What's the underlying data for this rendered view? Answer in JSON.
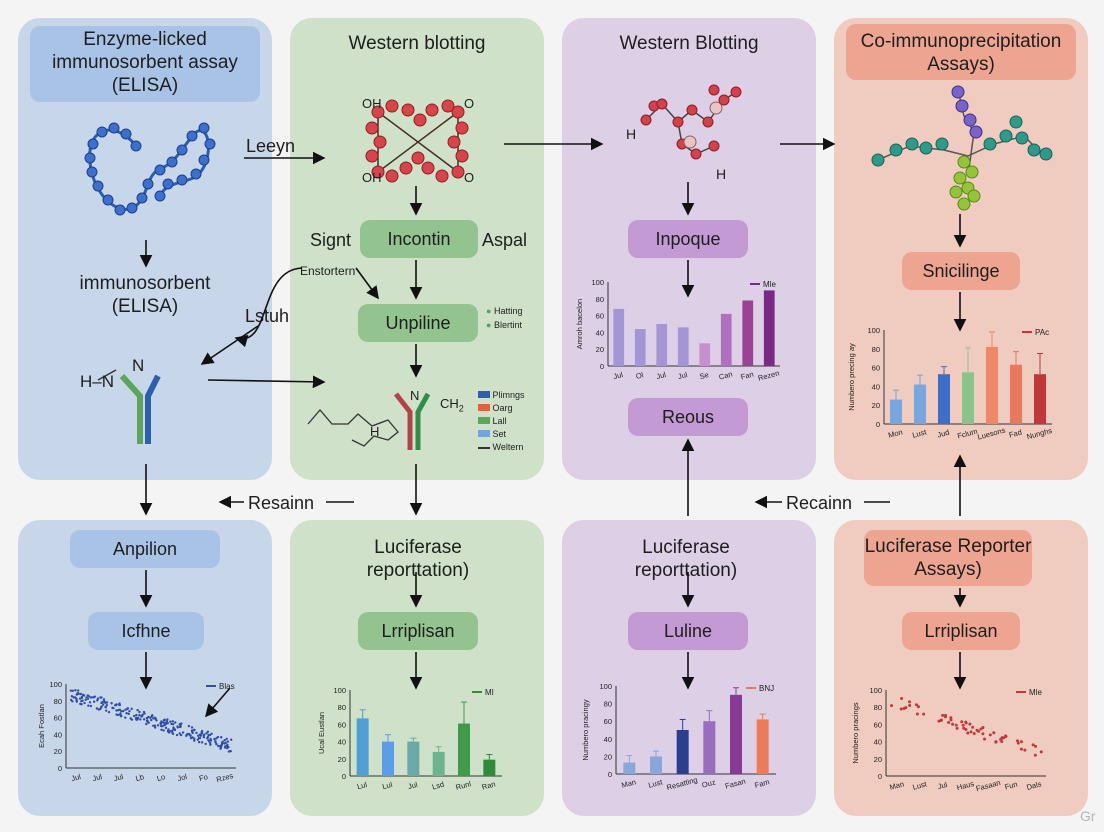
{
  "panels": {
    "elisa": {
      "title": "Enzyme-licked immunosorbent assay (ELISA)",
      "sub_label": "immunosorbent (ELISA)",
      "side_label": "Lstuh",
      "molecule_label": "H–N",
      "molecule_n": "N"
    },
    "western1": {
      "title": "Western blotting",
      "oh_top": "OH",
      "oh_bottom": "OH",
      "o_right_top": "O",
      "o_right_bottom": "O",
      "left_text": "Signt",
      "pill1": "Incontin",
      "right_text": "Aspal",
      "note": "Enstortern",
      "pill2": "Unpiline",
      "side_legend": [
        "Hatting",
        "Blertint"
      ],
      "n_label": "N",
      "ch2_label": "CH",
      "ch2_sub": "2",
      "h_label": "H",
      "legend": [
        {
          "label": "Plimngs",
          "color": "#2e5fa8"
        },
        {
          "label": "Oarg",
          "color": "#e0633d"
        },
        {
          "label": "Lall",
          "color": "#5aa85a"
        },
        {
          "label": "Set",
          "color": "#6ea7e0"
        },
        {
          "label": "Weltern",
          "color": "#333333"
        }
      ]
    },
    "western2": {
      "title": "Western Blotting",
      "h_left": "H",
      "h_bottom": "H",
      "pill1": "Inpoque",
      "pill2": "Reous"
    },
    "coip": {
      "title": "Co-immunoprecipitation Assays)",
      "pill1": "Snicilinge"
    },
    "blue_bottom": {
      "pill1": "Anpilion",
      "pill2": "Icfhne"
    },
    "green_bottom": {
      "title": "Luciferase reporttation)",
      "pill1": "Lrriplisan"
    },
    "purple_bottom": {
      "title": "Luciferase reporttation)",
      "pill1": "Luline"
    },
    "red_bottom": {
      "title": "Luciferase Reporter Assays)",
      "pill1": "Lrriplisan"
    }
  },
  "flow_labels": {
    "leeyn": "Leeyn",
    "resainn": "Resainn",
    "recainn": "Recainn"
  },
  "watermark": "Gr",
  "chart_data": [
    {
      "id": "purple_top",
      "type": "bar",
      "ylabel": "Amroh bacelon",
      "legend": "Mle",
      "yticks": [
        "100",
        "80",
        "60",
        "40",
        "20",
        "0"
      ],
      "ylim": [
        0,
        100
      ],
      "categories": [
        "Jul",
        "Ol",
        "Jul",
        "Jul",
        "Se",
        "Can",
        "Fan",
        "Rezen"
      ],
      "values": [
        68,
        44,
        50,
        46,
        27,
        62,
        78,
        90
      ],
      "colors": [
        "#a496d6",
        "#a496d6",
        "#a496d6",
        "#a496d6",
        "#c78ed0",
        "#b070bd",
        "#9a4296",
        "#7a2a84"
      ]
    },
    {
      "id": "red_top",
      "type": "bar",
      "ylabel": "Numbero precing ay",
      "legend": "PAc",
      "yticks": [
        "100",
        "80",
        "60",
        "40",
        "20",
        "0"
      ],
      "ylim": [
        0,
        100
      ],
      "categories": [
        "Mon",
        "Lust",
        "Jud",
        "Fclum",
        "Luesons",
        "Fad",
        "Nunghs"
      ],
      "values": [
        26,
        42,
        53,
        55,
        82,
        63,
        53
      ],
      "errors": [
        10,
        10,
        8,
        26,
        16,
        14,
        22
      ],
      "colors": [
        "#78a6de",
        "#78a6de",
        "#3c6fc8",
        "#8ac48a",
        "#ee8868",
        "#e87860",
        "#c0383a"
      ]
    },
    {
      "id": "blue_bottom",
      "type": "scatter",
      "ylabel": "Ecah Fostlan",
      "legend": "Blas",
      "yticks": [
        "100",
        "80",
        "60",
        "40",
        "20",
        "0"
      ],
      "ylim": [
        0,
        100
      ],
      "categories": [
        "Jul",
        "Jul",
        "Jul",
        "Lb",
        "Lo",
        "Jol",
        "Fo",
        "Rzes"
      ],
      "trend": [
        [
          0,
          88
        ],
        [
          10,
          24
        ]
      ],
      "color": "#2f4ea6"
    },
    {
      "id": "green_bottom",
      "type": "bar",
      "ylabel": "Ucal Eustlan",
      "legend": "MI",
      "yticks": [
        "100",
        "80",
        "60",
        "40",
        "20",
        "0"
      ],
      "ylim": [
        0,
        100
      ],
      "categories": [
        "Lul",
        "Lul",
        "Jul",
        "Lsd",
        "Runl",
        "Ran"
      ],
      "values": [
        67,
        40,
        40,
        28,
        61,
        19
      ],
      "errors": [
        10,
        8,
        4,
        6,
        25,
        6
      ],
      "colors": [
        "#4f9fd6",
        "#5b9de6",
        "#6aa9a8",
        "#6ab48e",
        "#3f9a4a",
        "#2f8a3a"
      ]
    },
    {
      "id": "purple_bottom",
      "type": "bar",
      "ylabel": "Numbero pracingy",
      "legend": "BNJ",
      "yticks": [
        "100",
        "80",
        "60",
        "40",
        "20",
        "0"
      ],
      "ylim": [
        0,
        100
      ],
      "categories": [
        "Man",
        "Lust",
        "Resatting",
        "Ouz",
        "Fasan",
        "Fam"
      ],
      "values": [
        13,
        20,
        50,
        60,
        90,
        62
      ],
      "errors": [
        8,
        6,
        12,
        12,
        8,
        6
      ],
      "colors": [
        "#8aa7dc",
        "#8aa7dc",
        "#2c3f8e",
        "#9a6cc0",
        "#8a3a96",
        "#ec7b58"
      ]
    },
    {
      "id": "red_bottom",
      "type": "scatter",
      "ylabel": "Numbero pracings",
      "legend": "Mle",
      "yticks": [
        "100",
        "80",
        "60",
        "40",
        "20",
        "0"
      ],
      "ylim": [
        0,
        100
      ],
      "categories": [
        "Man",
        "Lust",
        "Jul",
        "Haus",
        "Fasaan",
        "Fun",
        "Dals"
      ],
      "color": "#c03a3a"
    }
  ]
}
